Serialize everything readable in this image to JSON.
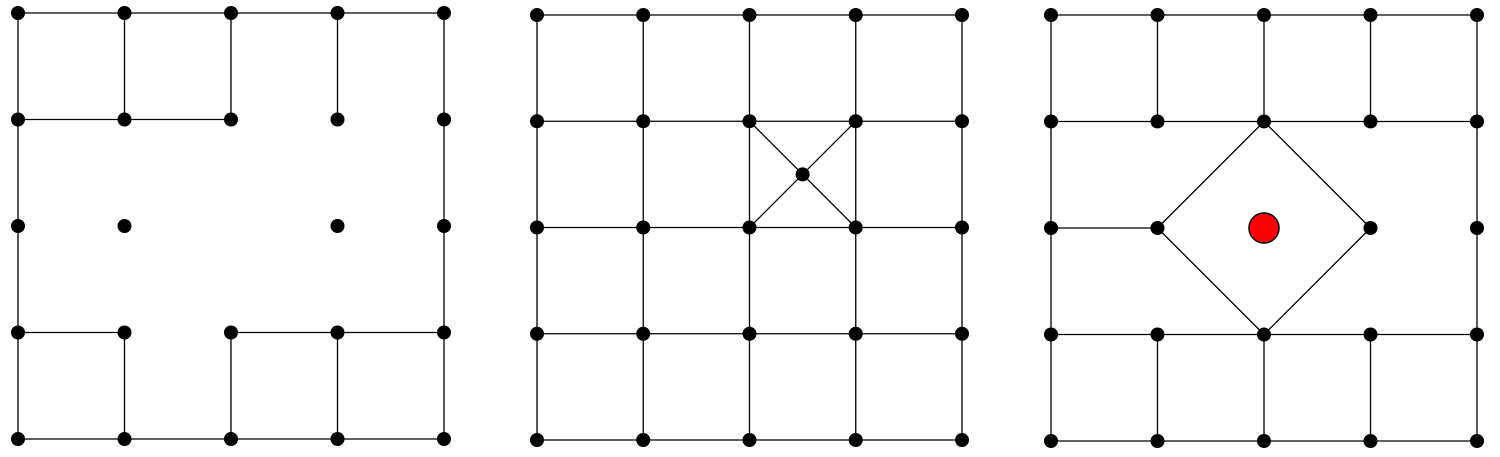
{
  "colors": {
    "background": "#ffffff",
    "edge": "#000000",
    "node": "#000000",
    "marker_fill": "#ff0000"
  },
  "panels": [
    {
      "name": "panel-1-grid-with-hole",
      "removed_nodes": [
        [
          2,
          2
        ]
      ],
      "removed_edges": [
        [
          [
            0,
            2
          ],
          [
            1,
            2
          ]
        ],
        [
          [
            1,
            1
          ],
          [
            1,
            2
          ]
        ],
        [
          [
            1,
            2
          ],
          [
            1,
            3
          ]
        ],
        [
          [
            1,
            2
          ],
          [
            2,
            2
          ]
        ],
        [
          [
            1,
            3
          ],
          [
            2,
            3
          ]
        ],
        [
          [
            2,
            1
          ],
          [
            2,
            2
          ]
        ],
        [
          [
            2,
            2
          ],
          [
            2,
            3
          ]
        ],
        [
          [
            2,
            2
          ],
          [
            3,
            2
          ]
        ],
        [
          [
            3,
            1
          ],
          [
            3,
            2
          ]
        ],
        [
          [
            3,
            2
          ],
          [
            3,
            3
          ]
        ],
        [
          [
            3,
            2
          ],
          [
            4,
            2
          ]
        ],
        [
          [
            3,
            1
          ],
          [
            4,
            1
          ]
        ],
        [
          [
            2,
            1
          ],
          [
            3,
            1
          ]
        ]
      ],
      "extra_nodes": [],
      "extra_edges": [],
      "markers": []
    },
    {
      "name": "panel-2-grid-with-crossing",
      "removed_nodes": [],
      "removed_edges": [],
      "extra_nodes": [
        [
          2.5,
          1.5
        ]
      ],
      "extra_edges": [
        [
          [
            2,
            1
          ],
          [
            3,
            2
          ]
        ],
        [
          [
            3,
            1
          ],
          [
            2,
            2
          ]
        ]
      ],
      "markers": []
    },
    {
      "name": "panel-3-grid-with-diamond",
      "removed_nodes": [
        [
          2,
          2
        ]
      ],
      "removed_edges": [
        [
          [
            1,
            2
          ],
          [
            2,
            2
          ]
        ],
        [
          [
            2,
            2
          ],
          [
            3,
            2
          ]
        ],
        [
          [
            3,
            2
          ],
          [
            4,
            2
          ]
        ],
        [
          [
            2,
            1
          ],
          [
            2,
            2
          ]
        ],
        [
          [
            2,
            2
          ],
          [
            2,
            3
          ]
        ],
        [
          [
            1,
            1
          ],
          [
            1,
            2
          ]
        ],
        [
          [
            1,
            2
          ],
          [
            1,
            3
          ]
        ],
        [
          [
            3,
            1
          ],
          [
            3,
            2
          ]
        ],
        [
          [
            3,
            2
          ],
          [
            3,
            3
          ]
        ]
      ],
      "extra_nodes": [],
      "extra_edges": [
        [
          [
            2,
            1
          ],
          [
            3,
            2
          ]
        ],
        [
          [
            3,
            2
          ],
          [
            2,
            3
          ]
        ],
        [
          [
            2,
            3
          ],
          [
            1,
            2
          ]
        ],
        [
          [
            1,
            2
          ],
          [
            2,
            1
          ]
        ]
      ],
      "markers": [
        [
          2,
          2
        ]
      ]
    }
  ]
}
